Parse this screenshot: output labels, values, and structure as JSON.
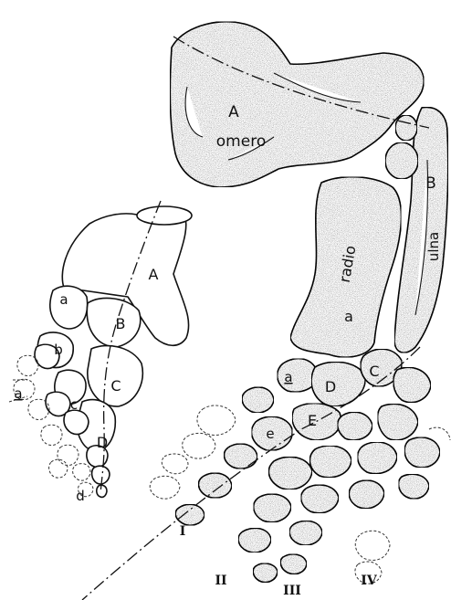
{
  "labels": {
    "A": "A",
    "omero": "omero",
    "B": "B",
    "ulna": "ulna",
    "radio": "radio",
    "a": "a",
    "a_underlined": "a",
    "C": "C",
    "D": "D",
    "E": "E",
    "e": "e",
    "digit_I": "I",
    "digit_II": "II",
    "digit_III": "III",
    "digit_IV": "IV"
  },
  "small_labels": {
    "A": "A",
    "B": "B",
    "a": "a",
    "b": "b",
    "C": "C",
    "c": "c",
    "D": "D",
    "a_underlined": "a",
    "d": "d"
  }
}
